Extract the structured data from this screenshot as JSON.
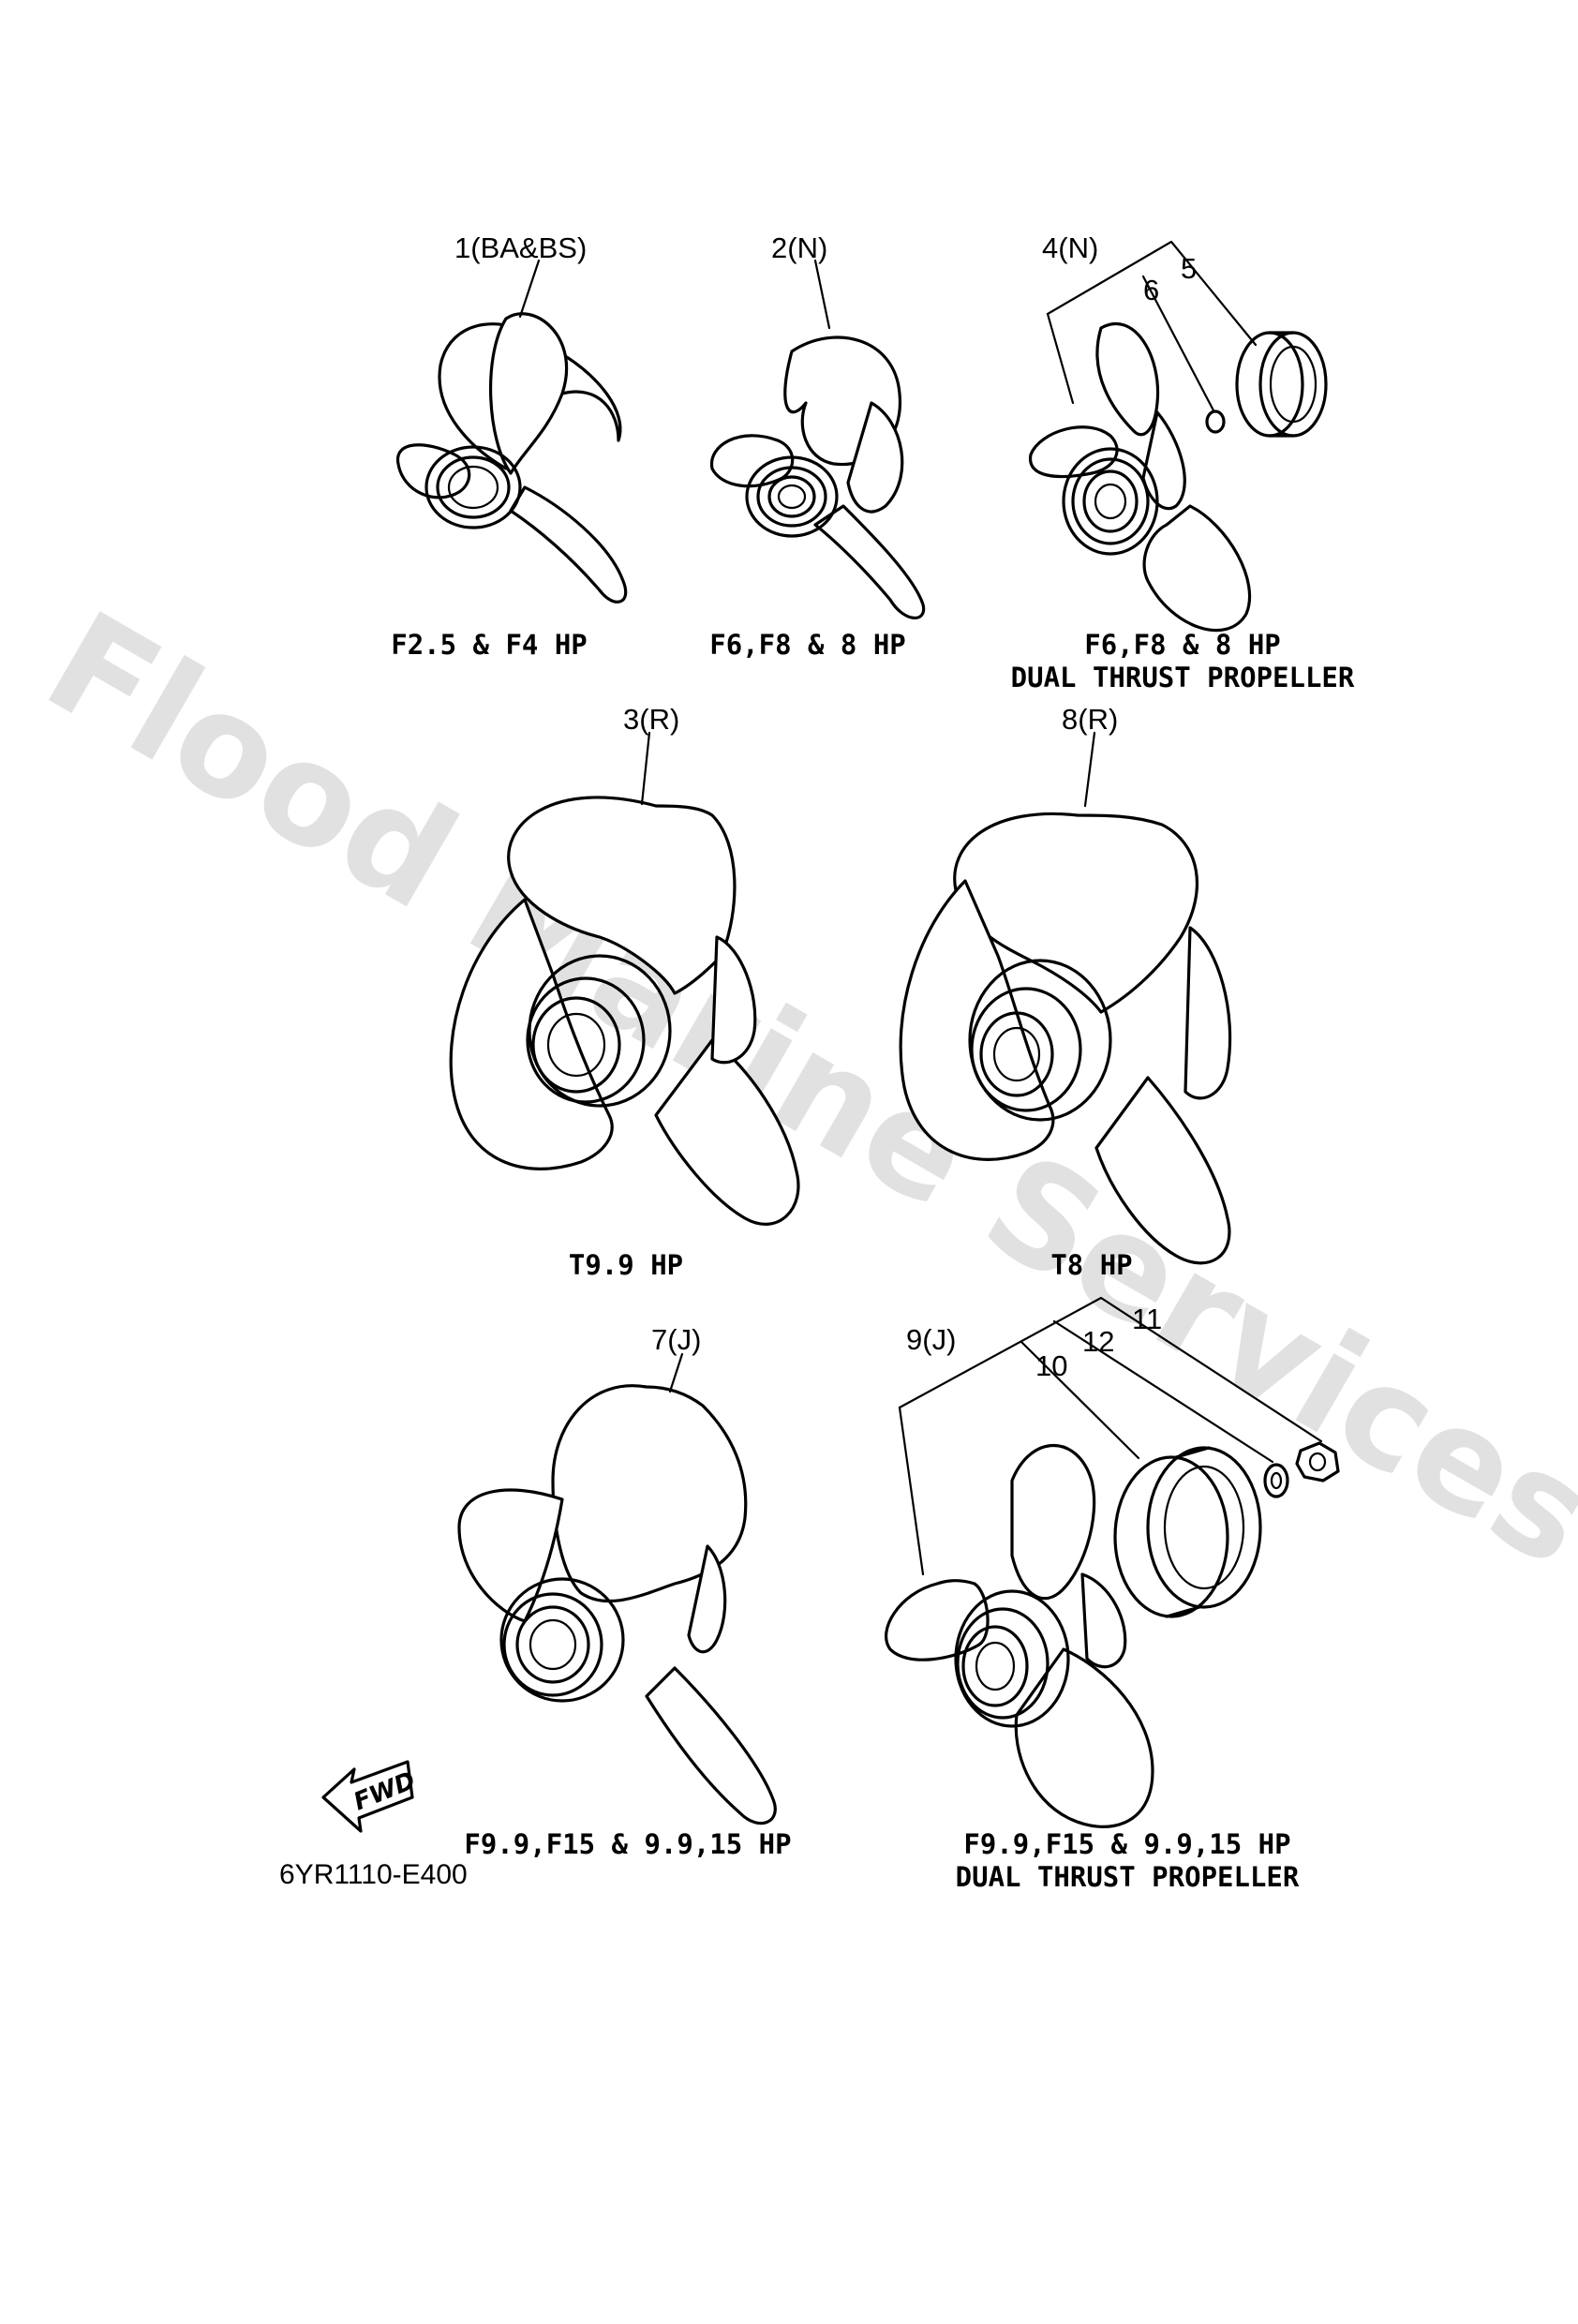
{
  "watermark": "Flood Marine Services",
  "diagram_code": "6YR1110-E400",
  "fwd_label": "FWD",
  "parts": {
    "p1": "1(BA&BS)",
    "p2": "2(N)",
    "p3": "3(R)",
    "p4": "4(N)",
    "p5": "5",
    "p6": "6",
    "p7": "7(J)",
    "p8": "8(R)",
    "p9": "9(J)",
    "p10": "10",
    "p11": "11",
    "p12": "12"
  },
  "captions": {
    "c1": "F2.5 & F4 HP",
    "c2": "F6,F8 & 8 HP",
    "c3_line1": "F6,F8 & 8 HP",
    "c3_line2": "DUAL THRUST PROPELLER",
    "c4": "T9.9 HP",
    "c5": "T8 HP",
    "c6": "F9.9,F15 & 9.9,15 HP",
    "c7_line1": "F9.9,F15 & 9.9,15 HP",
    "c7_line2": "DUAL THRUST PROPELLER"
  }
}
